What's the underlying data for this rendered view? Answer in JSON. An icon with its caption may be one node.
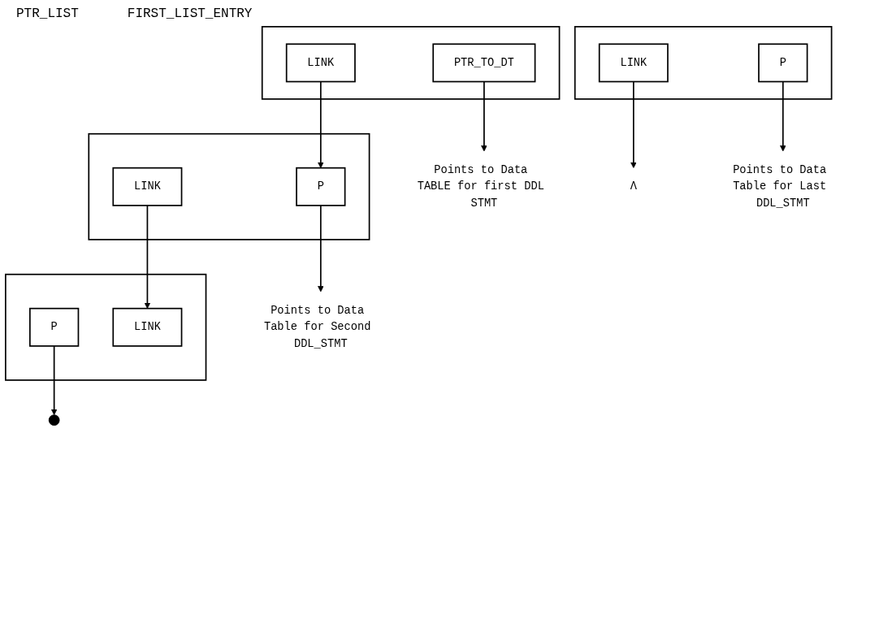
{
  "diagram": {
    "nodes": [
      {
        "text": [],
        "shape": "box"
      },
      {
        "text": [
          "PTR_TO_DT"
        ],
        "in": 0
      },
      {
        "text": [
          "LINK"
        ],
        "in": 0
      },
      {
        "text": [
          "Points to Data TABLE for first DDL STMT"
        ]
      },
      {
        "text": [],
        "shape": "box"
      },
      {
        "text": [
          "P"
        ],
        "in": 4
      },
      {
        "text": [
          "LINK"
        ],
        "in": 4
      },
      {
        "text": [
          "Points to Data Table for Second DDL_STMT"
        ]
      },
      {
        "text": [],
        "shape": "box"
      },
      {
        "text": [
          "P"
        ],
        "in": 8
      },
      {
        "text": [
          "LINK"
        ],
        "in": 8
      },
      {
        "text": [],
        "shape": "circle"
      },
      {
        "text": [],
        "shape": "box"
      },
      {
        "text": [
          "P"
        ],
        "in": 12
      },
      {
        "text": [
          "LINK"
        ],
        "in": 12
      },
      {
        "text": [
          "Λ"
        ]
      },
      {
        "text": [
          "Points to Data Table for Last DDL_STMT"
        ]
      }
    ],
    "edges": [
      {
        "from": 1,
        "to": 3,
        "arrow": "to"
      },
      {
        "from": 2,
        "to": 5,
        "arrow": "to"
      },
      {
        "from": 5,
        "to": 7,
        "arrow": "to"
      },
      {
        "from": 6,
        "to": 10,
        "arrow": "to"
      },
      {
        "from": 9,
        "to": 11,
        "arrow": "to"
      },
      {
        "from": 13,
        "to": 16,
        "arrow": "to"
      },
      {
        "from": 14,
        "to": 15,
        "arrow": "to"
      }
    ],
    "labels": [
      "PTR_LIST",
      "FIRST_LIST_ENTRY"
    ]
  }
}
